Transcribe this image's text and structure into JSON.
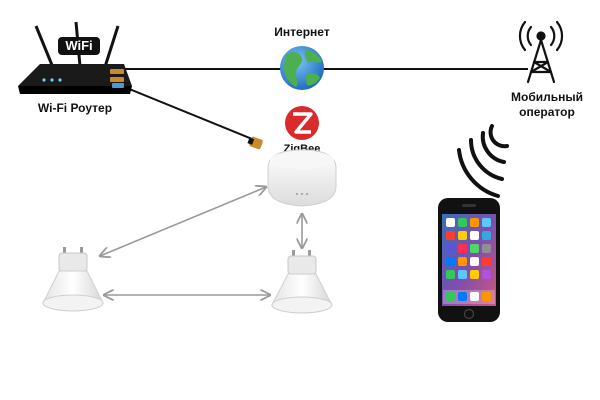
{
  "labels": {
    "router": "Wi-Fi Роутер",
    "internet": "Интернет",
    "operator_line1": "Мобильный",
    "operator_line2": "оператор",
    "wifi_badge": "WiFi",
    "zigbee": "ZigBee"
  },
  "icons": {
    "router": "wifi-router-icon",
    "internet": "globe-icon",
    "tower": "cell-tower-icon",
    "signal": "signal-waves-icon",
    "hub": "zigbee-hub-icon",
    "bulb": "gu10-bulb-icon",
    "phone": "smartphone-icon"
  },
  "colors": {
    "line": "#111111",
    "arrow": "#9a9a9a",
    "zigbee_red": "#d92b2b",
    "globe_sea": "#2f86d6",
    "globe_land": "#4caf50"
  }
}
